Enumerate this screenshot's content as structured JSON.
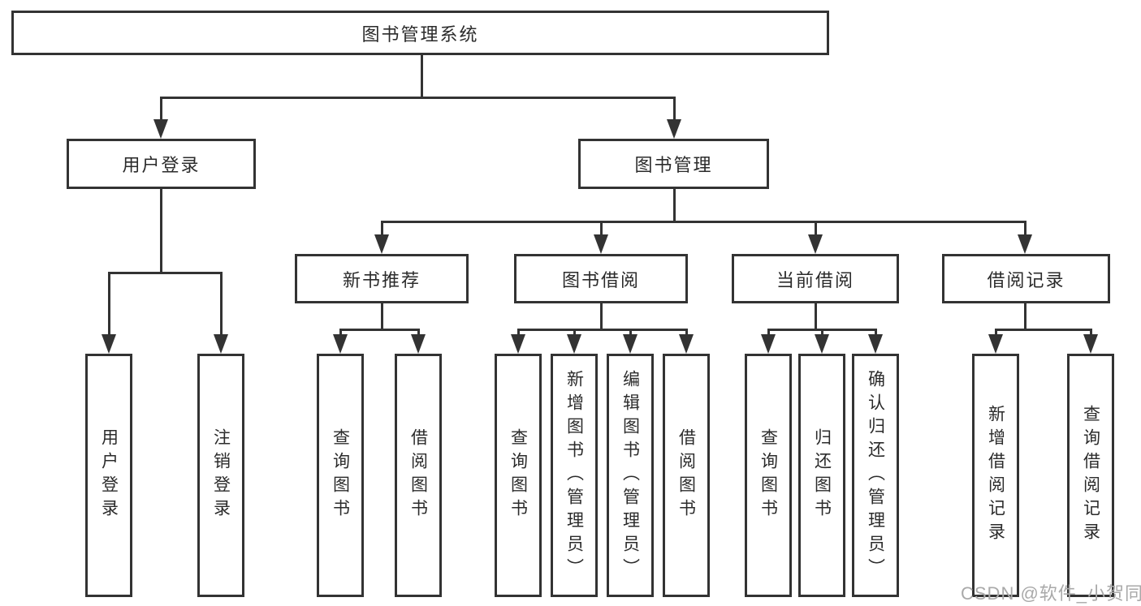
{
  "root": {
    "label": "图书管理系统"
  },
  "level2": {
    "user_login": "用户登录",
    "book_mgmt": "图书管理"
  },
  "level3": {
    "new_book_rec": "新书推荐",
    "book_borrow": "图书借阅",
    "current_borrow": "当前借阅",
    "borrow_records": "借阅记录"
  },
  "leaves": {
    "login": "用户登录",
    "logout": "注销登录",
    "rec_query": "查询图书",
    "rec_borrow": "借阅图书",
    "bor_query": "查询图书",
    "bor_add": "新增图书（管理员）",
    "bor_edit": "编辑图书（管理员）",
    "bor_borrow": "借阅图书",
    "cur_query": "查询图书",
    "cur_return": "归还图书",
    "cur_confirm": "确认归还（管理员）",
    "brec_add": "新增借阅记录",
    "brec_query": "查询借阅记录"
  },
  "watermark": "CSDN @软件_小贺同学",
  "colors": {
    "line": "#333333",
    "text": "#2b2b2b",
    "watermark": "#a9a9a9",
    "background": "#ffffff"
  }
}
